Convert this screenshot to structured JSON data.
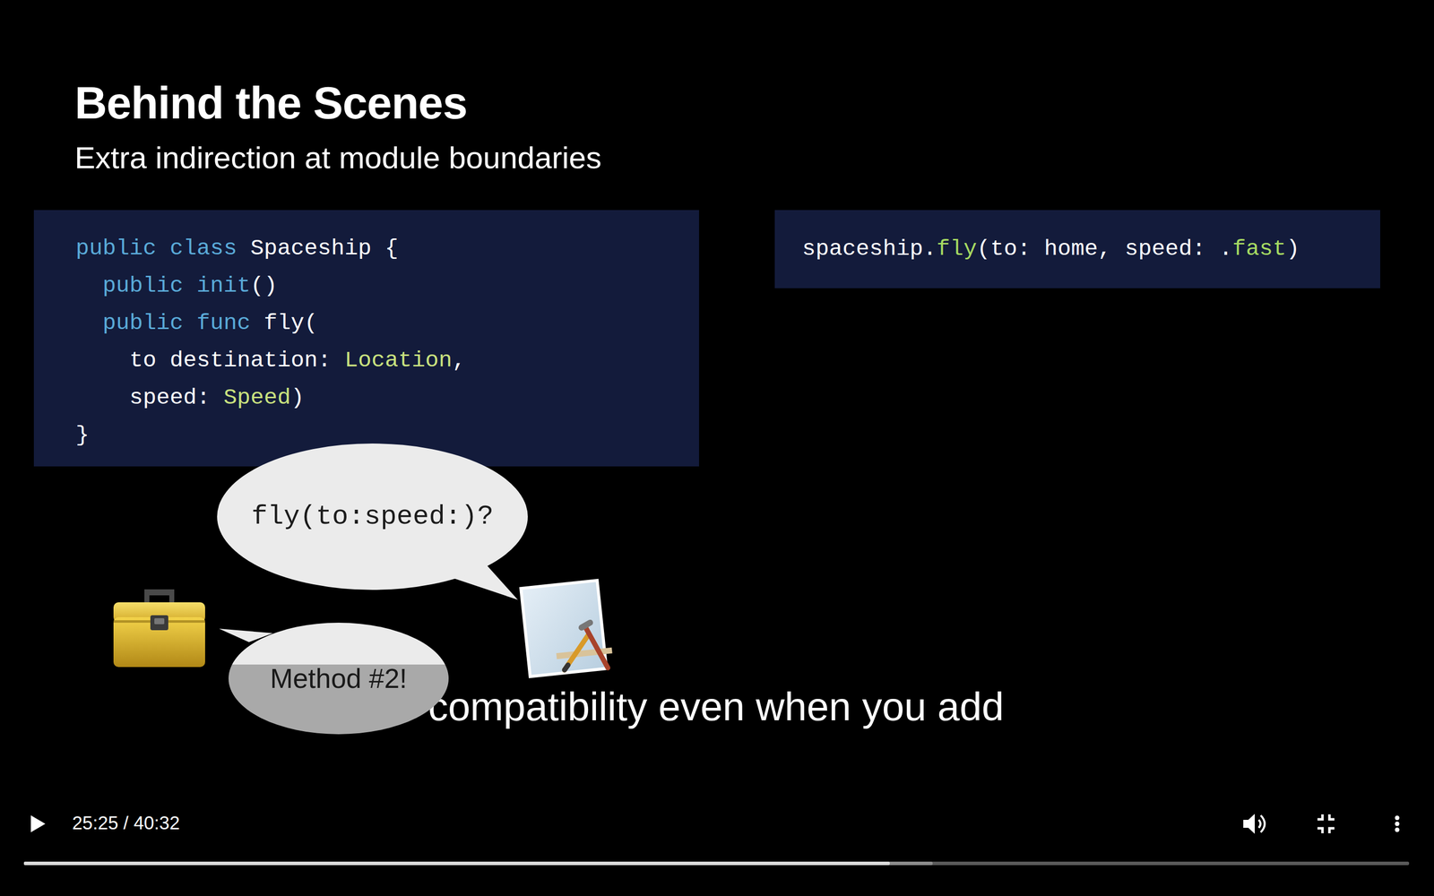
{
  "diagram": {
    "title": "Behind the Scenes",
    "nodes": [
      {
        "text": [
          "public class Spaceship {",
          "public init()",
          "public func fly(",
          "to destination: Location,",
          "speed: Speed)",
          "}"
        ]
      },
      {
        "text": [
          "spaceship.fly(to: home, speed: .fast)"
        ]
      },
      {
        "text": [
          "fly(to:speed:)?"
        ]
      },
      {
        "text": [
          "Method #2!"
        ]
      }
    ],
    "labels": [
      "Extra indirection at module boundaries",
      "compatibility even when you add",
      "25:25 / 40:32"
    ]
  }
}
